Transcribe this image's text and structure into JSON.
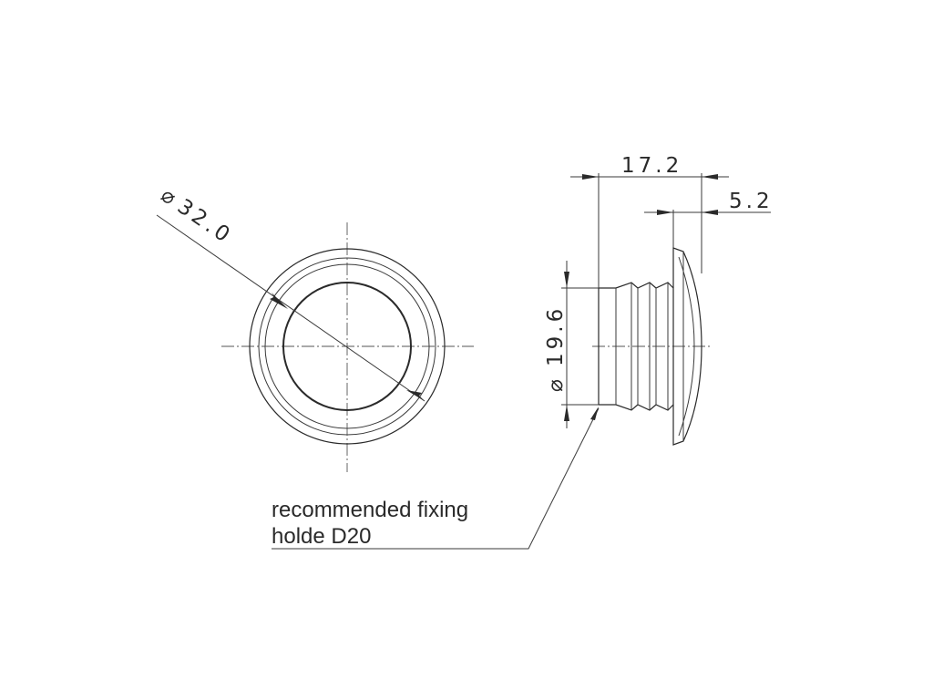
{
  "front_view": {
    "diameter_symbol": "⌀",
    "diameter_value": "32.0"
  },
  "side_view": {
    "overall_length": "17.2",
    "head_thickness": "5.2",
    "diameter_symbol": "⌀",
    "shank_diameter": "19.6"
  },
  "note": {
    "line1": "recommended fixing",
    "line2": "holde D20"
  }
}
